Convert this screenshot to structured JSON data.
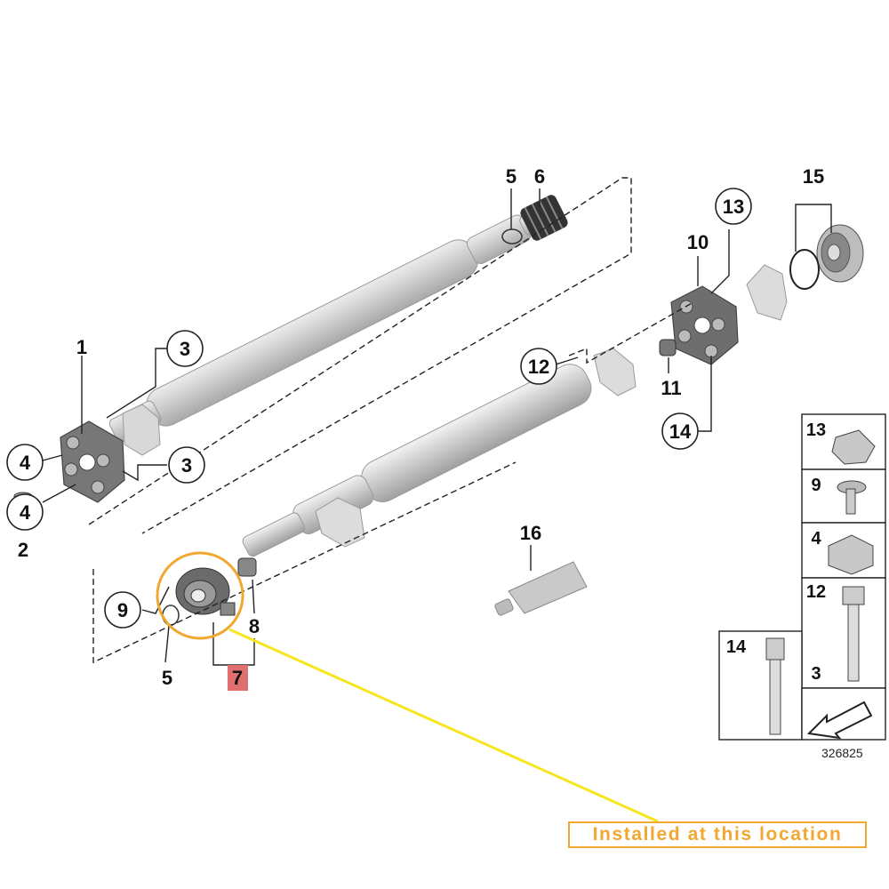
{
  "diagram": {
    "labels": {
      "l1": "1",
      "l2": "2",
      "l3a": "3",
      "l3b": "3",
      "l4a": "4",
      "l4b": "4",
      "l5a": "5",
      "l5b": "5",
      "l6": "6",
      "l7": "7",
      "l8": "8",
      "l9": "9",
      "l10": "10",
      "l11": "11",
      "l12": "12",
      "l13": "13",
      "l14": "14",
      "l15": "15",
      "l16": "16"
    },
    "legend": {
      "item13": "13",
      "item9": "9",
      "item4": "4",
      "item12": "12",
      "item3": "3",
      "item14": "14"
    },
    "diagram_code": "326825",
    "highlight_color": "#f0a830",
    "highlight_label": "7"
  },
  "callout": {
    "text": "Installed at this location",
    "line_color": "#f5e61e"
  }
}
